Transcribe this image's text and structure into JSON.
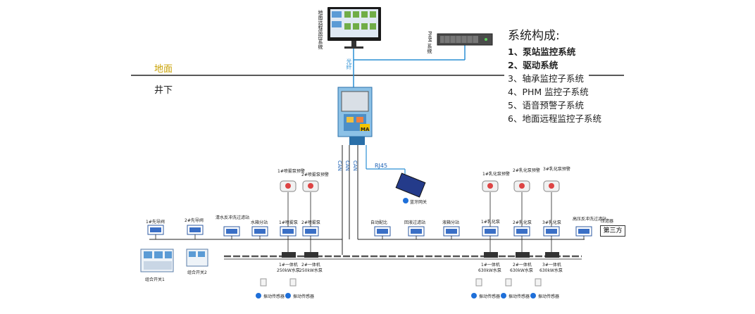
{
  "legend": {
    "title": "系统构成:",
    "items": [
      {
        "text": "1、泵站监控系统",
        "bold": true
      },
      {
        "text": "2、驱动系统",
        "bold": true
      },
      {
        "text": "3、轴承监控子系统",
        "bold": false
      },
      {
        "text": "4、PHM 监控子系统",
        "bold": false
      },
      {
        "text": "5、语音预警子系统",
        "bold": false
      },
      {
        "text": "6、地面远程监控子系统",
        "bold": false
      }
    ]
  },
  "zones": {
    "ground": "地面",
    "underground": "井下"
  },
  "top": {
    "monitor_label": "地面远程监控系统",
    "phm_label": "PHM 系统",
    "fiber_label": "光纤"
  },
  "links": {
    "can1": "CAN",
    "can2": "CAN",
    "can3": "CAN",
    "rj45": "RJ45"
  },
  "controller": {
    "badge": "MA"
  },
  "gateway_label": "蓝牙网关",
  "third_party": "第三方",
  "alarms_left": [
    "1#喷雾泵预警",
    "2#喷雾泵预警"
  ],
  "alarms_right": [
    "1#乳化泵预警",
    "2#乳化泵预警",
    "3#乳化泵预警"
  ],
  "stations": [
    "1#先导阀",
    "2#先导阀",
    "清水反冲洗过滤站",
    "水箱分站",
    "1#喷雾泵",
    "2#喷雾泵",
    "自动配比",
    "回液过滤站",
    "液箱分站",
    "1#乳化泵",
    "2#乳化泵",
    "3#乳化泵",
    "高压反冲洗过滤站",
    "压滤器"
  ],
  "switches": [
    "组合开关1",
    "组合开关2"
  ],
  "machines": [
    {
      "l1": "1#一体机",
      "l2": "250kW水泵"
    },
    {
      "l1": "2#一体机",
      "l2": "250kW水泵"
    },
    {
      "l1": "1#一体机",
      "l2": "630kW水泵"
    },
    {
      "l1": "2#一体机",
      "l2": "630kW水泵"
    },
    {
      "l1": "3#一体机",
      "l2": "630kW水泵"
    }
  ],
  "sensor_label": "振动传感器",
  "colors": {
    "fiber": "#2a8fd4",
    "ground_text": "#c8a000",
    "line": "#222222",
    "can_text": "#1a5fb4"
  }
}
